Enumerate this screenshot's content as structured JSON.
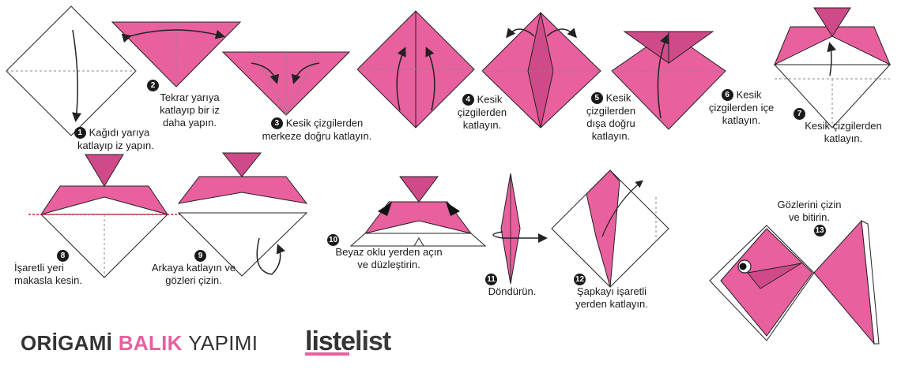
{
  "colors": {
    "paper_pink": "#e8609e",
    "paper_pink_dark": "#cf4a88",
    "paper_white": "#ffffff",
    "outline": "#222222",
    "fold_line": "#888888",
    "cut_line": "#e02020",
    "title_dark": "#333333",
    "title_accent": "#e8609e"
  },
  "steps": [
    {
      "number": "1",
      "text_lines": [
        "Kağıdı yarıya",
        "katlayıp iz yapın."
      ]
    },
    {
      "number": "2",
      "text_lines": [
        "Tekrar  yarıya",
        "katlayıp bir iz",
        "daha yapın."
      ]
    },
    {
      "number": "3",
      "text_lines": [
        "Kesik çizgilerden",
        "merkeze doğru katlayın."
      ]
    },
    {
      "number": "4",
      "text_lines": [
        "Kesik",
        "çizgilerden",
        "katlayın."
      ]
    },
    {
      "number": "5",
      "text_lines": [
        "Kesik",
        "çizgilerden",
        "dışa doğru",
        "katlayın."
      ]
    },
    {
      "number": "6",
      "text_lines": [
        "Kesik",
        "çizgilerden içe",
        "katlayın."
      ]
    },
    {
      "number": "7",
      "text_lines": [
        "Kesik çizgilerden",
        "katlayın."
      ]
    },
    {
      "number": "8",
      "text_lines": [
        "İşaretli yeri",
        "makasla kesin."
      ]
    },
    {
      "number": "9",
      "text_lines": [
        "Arkaya katlayın ve",
        "gözleri çizin."
      ]
    },
    {
      "number": "10",
      "text_lines": [
        "Beyaz oklu yerden açın",
        "ve düzleştirin."
      ]
    },
    {
      "number": "11",
      "text_lines": [
        "Döndürün."
      ]
    },
    {
      "number": "12",
      "text_lines": [
        "Şapkayı işaretli",
        "yerden katlayın."
      ]
    },
    {
      "number": "13",
      "text_lines": [
        "Gözlerini çizin",
        "ve bitirin."
      ]
    }
  ],
  "title": {
    "word1": "ORİGAMİ",
    "word2": "BALIK",
    "word3": "YAPIMI"
  },
  "logo": {
    "part1": "liste",
    "part2": "list"
  }
}
